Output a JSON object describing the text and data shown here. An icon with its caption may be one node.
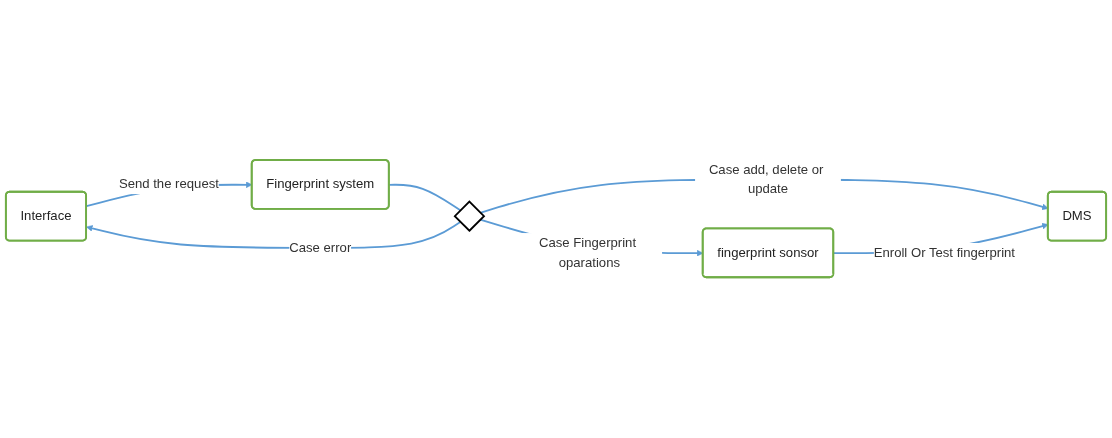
{
  "diagram": {
    "nodes": [
      {
        "text": [
          "Interface"
        ]
      },
      {
        "text": [
          "Fingerprint system"
        ]
      },
      {
        "text": [],
        "shape": "diamond"
      },
      {
        "text": [
          "DMS"
        ]
      },
      {
        "text": [
          "fingerprint sonsor"
        ]
      }
    ],
    "edges": [
      {
        "from": 0,
        "to": 1,
        "arrow": "to",
        "label": "Send the request"
      },
      {
        "from": 1,
        "to": 2,
        "arrow": "none"
      },
      {
        "from": 2,
        "to": 0,
        "arrow": "to",
        "label": "Case error"
      },
      {
        "from": 2,
        "to": 3,
        "arrow": "to",
        "label": "Case add, delete or update"
      },
      {
        "from": 2,
        "to": 4,
        "arrow": "to",
        "label": "Case Fingerprint oparations"
      },
      {
        "from": 4,
        "to": 3,
        "arrow": "to",
        "label": "Enroll Or Test fingerprint"
      }
    ]
  }
}
